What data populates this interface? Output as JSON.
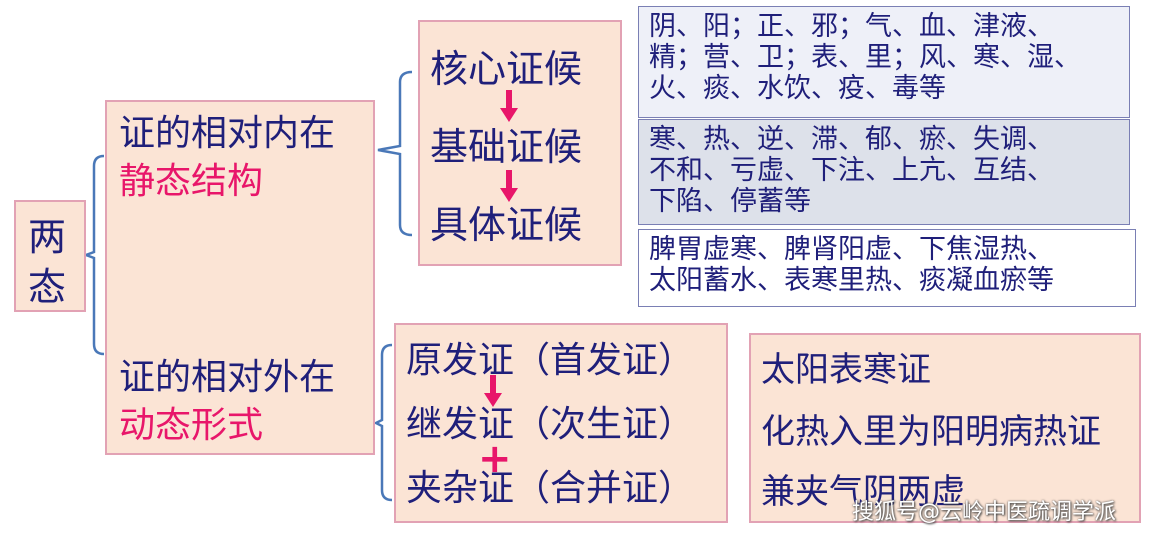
{
  "root": {
    "line1": "两",
    "line2": "态"
  },
  "static_structure": {
    "line1": "证的相对内在",
    "line2": "静态结构"
  },
  "dynamic_form": {
    "line1": "证的相对外在",
    "line2": "动态形式"
  },
  "core_chain": {
    "item1": "核心证候",
    "item2": "基础证候",
    "item3": "具体证候"
  },
  "info_boxes": {
    "core": {
      "line1": "阴、阳；正、邪；气、血、津液、",
      "line2": "精；营、卫；表、里；风、寒、湿、",
      "line3": "火、痰、水饮、疫、毒等"
    },
    "basic": {
      "line1": "寒、热、逆、滞、郁、瘀、失调、",
      "line2": "不和、亏虚、下注、上亢、互结、",
      "line3": "下陷、停蓄等"
    },
    "specific": {
      "line1": "脾胃虚寒、脾肾阳虚、下焦湿热、",
      "line2": "太阳蓄水、表寒里热、痰凝血瘀等"
    }
  },
  "syndrome_chain": {
    "item1": "原发证（首发证）",
    "item2": "继发证（次生证）",
    "plus": "+",
    "item3": "夹杂证（合并证）"
  },
  "case_box": {
    "line1": "太阳表寒证",
    "line2": "化热入里为阳明病热证",
    "line3": "兼夹气阴两虚"
  },
  "watermark": "搜狐号@云岭中医疏调学派",
  "colors": {
    "navy": "#1f1f7a",
    "red": "#e8166a",
    "pink_fill": "#fbe4d5",
    "pink_border": "#e2a2b4",
    "bracket": "#4a78b8"
  }
}
